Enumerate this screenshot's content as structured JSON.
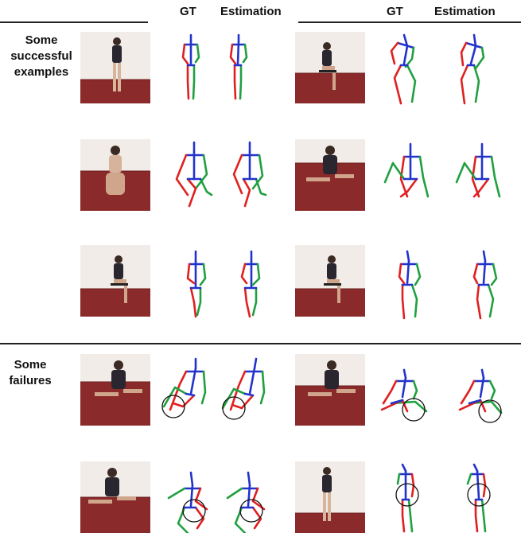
{
  "header": {
    "left_gt": "GT",
    "left_est": "Estimation",
    "right_gt": "GT",
    "right_est": "Estimation"
  },
  "sections": {
    "success": "Some successful examples",
    "failure": "Some failures"
  },
  "colors": {
    "torso": "#2233cc",
    "left_limb": "#e02020",
    "right_limb": "#20a040",
    "photo_floor": "#8b2a2a",
    "photo_wall": "#f1ece8"
  }
}
